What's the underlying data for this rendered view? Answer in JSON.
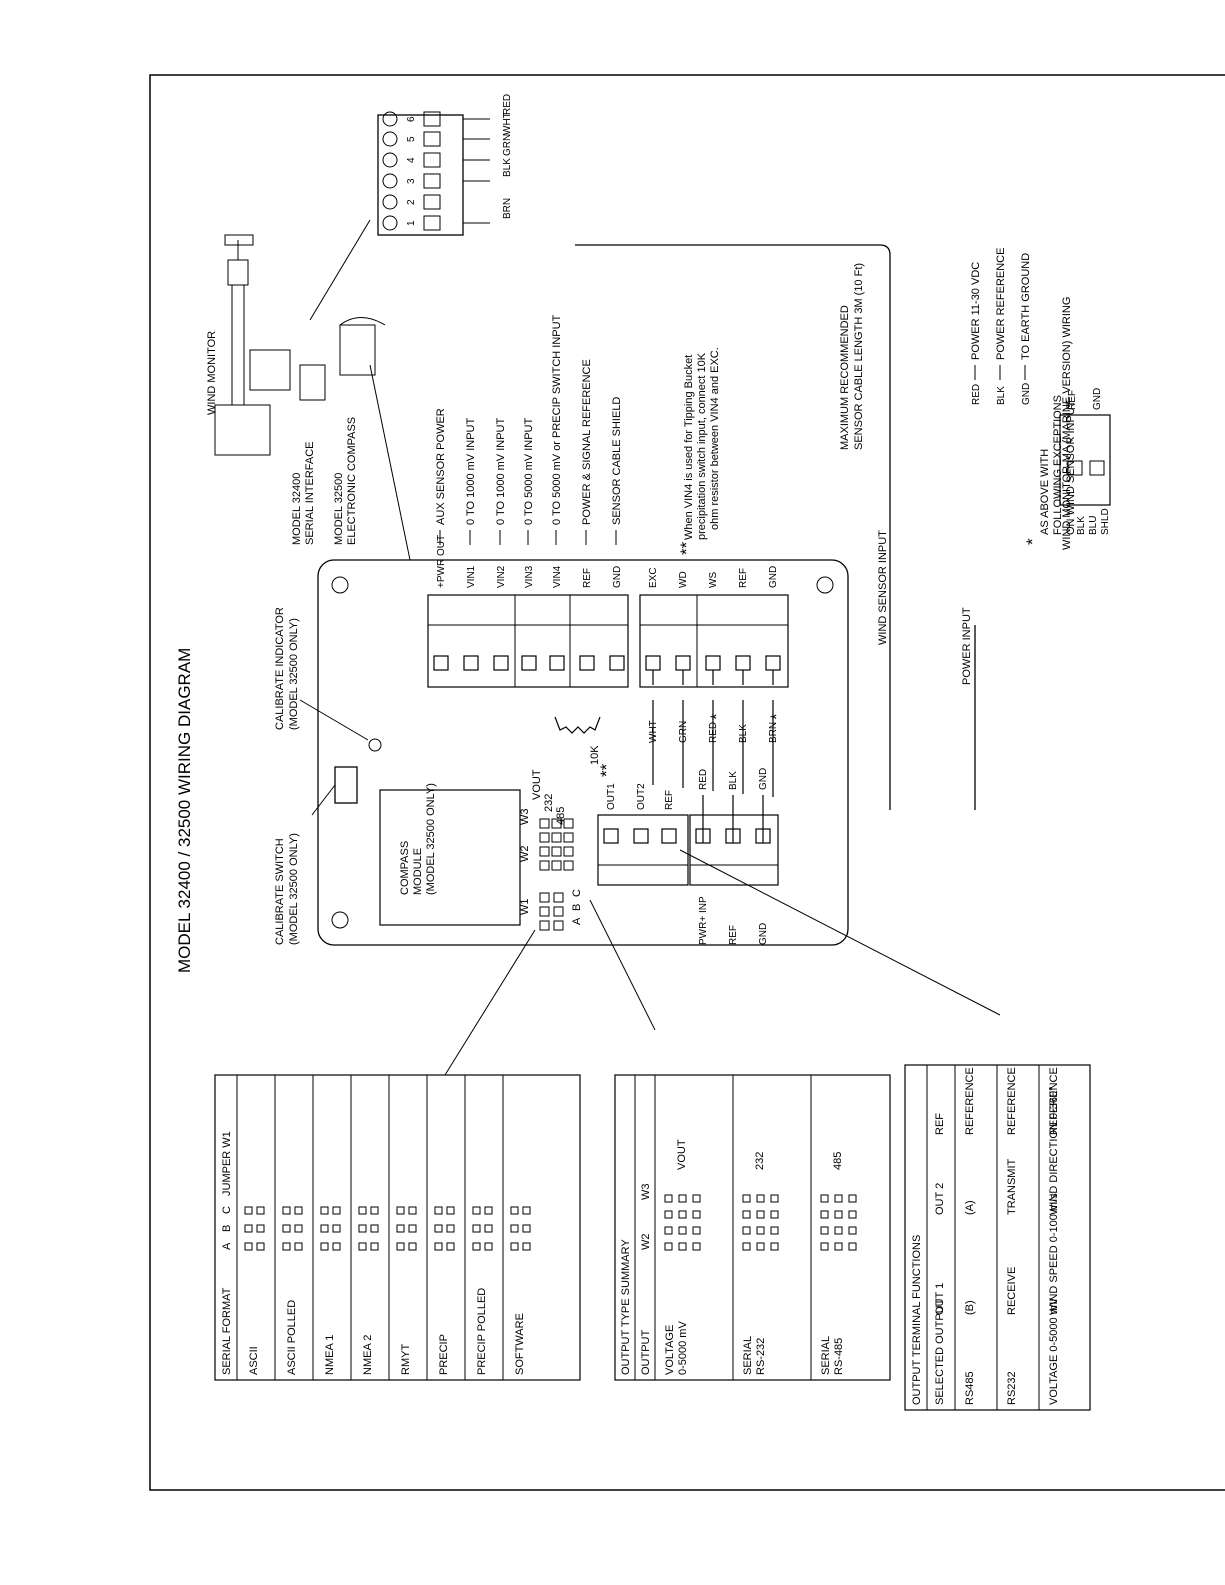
{
  "title": "MODEL 32400 / 32500 WIRING DIAGRAM",
  "callouts": {
    "calibrate_switch": [
      "CALIBRATE SWITCH",
      "(MODEL 32500 ONLY)"
    ],
    "calibrate_indicator": [
      "CALIBRATE INDICATOR",
      "(MODEL 32500 ONLY)"
    ],
    "model_32400": [
      "MODEL 32400",
      "SERIAL INTERFACE"
    ],
    "model_32500": [
      "MODEL 32500",
      "ELECTRONIC COMPASS"
    ],
    "wind_monitor": "WIND MONITOR",
    "compass_module": [
      "COMPASS",
      "MODULE",
      "(MODEL 32500 ONLY)"
    ],
    "max_cable": [
      "MAXIMUM RECOMMENDED",
      "SENSOR CABLE LENGTH 3M (10 Ft)"
    ],
    "wind_sensor_input": "WIND SENSOR INPUT",
    "power_input": "POWER INPUT",
    "tipping_note": [
      "When VIN4 is used for Tipping Bucket",
      "precipitation switch input, connect 10K",
      "ohm resistor between VIN4 and EXC."
    ],
    "double_star": "**",
    "resistor_label": "10K",
    "marine_title": "WIND MONITOR-MA (MARINE VERSION) WIRING",
    "marine_note": [
      "AS ABOVE WITH",
      "FOLLOWING EXCEPTIONS",
      "ON WIND SENSOR INPUT"
    ],
    "marine_wires": [
      "BLK",
      "BLU",
      "SHLD"
    ],
    "marine_terms": [
      "REF",
      "GND"
    ]
  },
  "sensor_terminals": [
    "+PWR OUT",
    "VIN1",
    "VIN2",
    "VIN3",
    "VIN4",
    "REF",
    "GND"
  ],
  "sensor_descriptions": [
    "AUX SENSOR POWER",
    "0 TO 1000 mV INPUT",
    "0 TO 1000 mV INPUT",
    "0 TO 5000 mV INPUT",
    "0 TO 5000 mV or PRECIP SWITCH INPUT",
    "POWER & SIGNAL REFERENCE",
    "SENSOR CABLE SHIELD"
  ],
  "wind_terminals": [
    "EXC",
    "WD",
    "WS",
    "REF",
    "GND"
  ],
  "wind_wires": [
    "WHT",
    "GRN",
    "RED",
    "BLK",
    "BRN"
  ],
  "output_terminals": [
    "OUT1",
    "OUT2",
    "REF"
  ],
  "power_terminals": [
    "PWR+ INP",
    "REF",
    "GND"
  ],
  "power_wires": [
    "RED",
    "BLK",
    "GND"
  ],
  "power_functions": [
    "POWER 11-30 VDC",
    "POWER REFERENCE",
    "TO EARTH GROUND"
  ],
  "jumpers": {
    "w1": "W1",
    "w2": "W2",
    "w3": "W3",
    "abc": [
      "A",
      "B",
      "C"
    ],
    "vout": [
      "VOUT",
      "232",
      "485"
    ]
  },
  "junction_box": {
    "numbers": [
      "1",
      "2",
      "3",
      "4",
      "5",
      "6"
    ],
    "wires": [
      "BRN",
      "BLK",
      "GRN",
      "WHT",
      "RED"
    ]
  },
  "serial_table": {
    "headers": [
      "SERIAL FORMAT",
      "A",
      "B",
      "C",
      "JUMPER W1"
    ],
    "rows": [
      "ASCII",
      "ASCII POLLED",
      "NMEA 1",
      "NMEA 2",
      "RMYT",
      "PRECIP",
      "PRECIP POLLED",
      "SOFTWARE"
    ]
  },
  "output_summary": {
    "title": "OUTPUT TYPE SUMMARY",
    "headers": [
      "OUTPUT",
      "W2",
      "W3"
    ],
    "rows": [
      {
        "lines": [
          "VOLTAGE",
          "0-5000 mV"
        ],
        "tag": "VOUT"
      },
      {
        "lines": [
          "SERIAL",
          "RS-232"
        ],
        "tag": "232"
      },
      {
        "lines": [
          "SERIAL",
          "RS-485"
        ],
        "tag": "485"
      }
    ]
  },
  "terminal_functions": {
    "title": "OUTPUT TERMINAL FUNCTIONS",
    "headers": [
      "SELECTED OUTPUT",
      "OUT 1",
      "OUT 2",
      "REF"
    ],
    "rows": [
      [
        "RS485",
        "(B)",
        "(A)",
        "REFERENCE"
      ],
      [
        "RS232",
        "RECEIVE",
        "TRANSMIT",
        "REFERENCE"
      ],
      [
        "VOLTAGE 0-5000 mV",
        "WIND SPEED 0-100 m/s",
        "WIND DIRECTION 0-360°",
        "REFERENCE"
      ]
    ]
  }
}
